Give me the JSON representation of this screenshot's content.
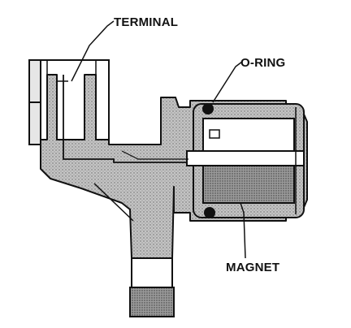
{
  "labels": {
    "terminal": "TERMINAL",
    "o_ring": "O-RING",
    "magnet": "MAGNET"
  },
  "colors": {
    "ink": "#111111",
    "body_fill": "#bdbdbd",
    "background": "#ffffff"
  }
}
